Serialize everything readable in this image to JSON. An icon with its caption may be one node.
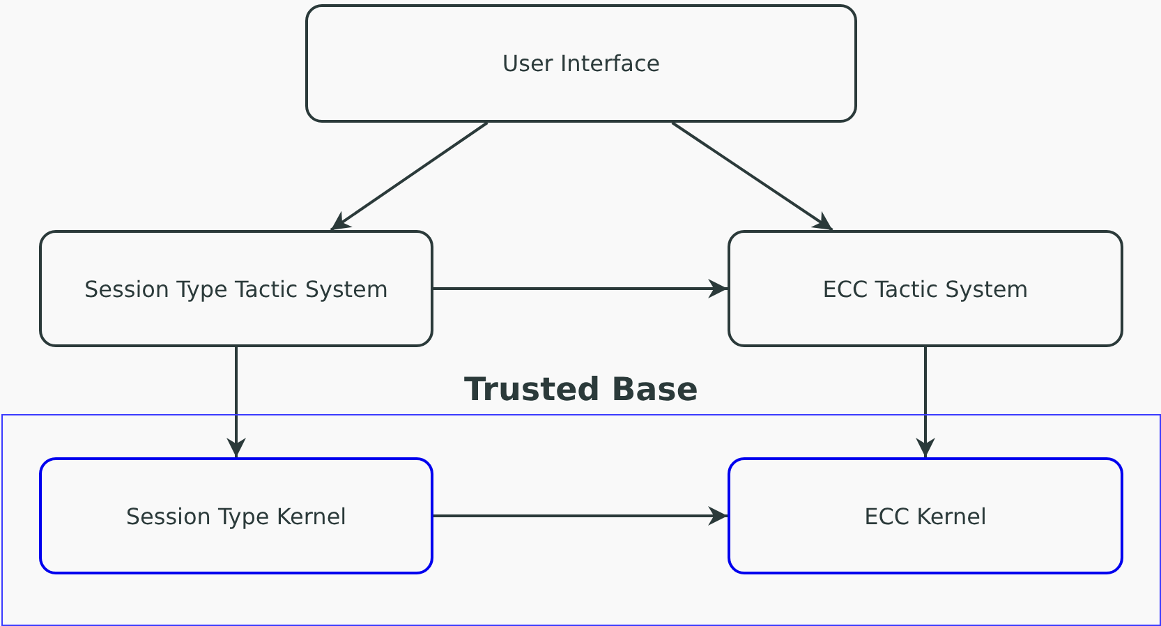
{
  "diagram": {
    "nodes": [
      {
        "text": [
          "User Interface"
        ]
      },
      {
        "text": [
          "Session Type Tactic System"
        ]
      },
      {
        "text": [
          "ECC Tactic System"
        ]
      },
      {
        "text": [
          "Trusted Base"
        ]
      },
      {
        "text": [
          "Session Type Kernel"
        ],
        "in": 3
      },
      {
        "text": [
          "ECC Kernel"
        ],
        "in": 3
      }
    ],
    "edges": [
      {
        "from": 0,
        "to": 1,
        "arrow": "to"
      },
      {
        "from": 0,
        "to": 2,
        "arrow": "to"
      },
      {
        "from": 1,
        "to": 2,
        "arrow": "to"
      },
      {
        "from": 1,
        "to": 4,
        "arrow": "to"
      },
      {
        "from": 2,
        "to": 5,
        "arrow": "to"
      },
      {
        "from": 4,
        "to": 5,
        "arrow": "to"
      }
    ]
  }
}
